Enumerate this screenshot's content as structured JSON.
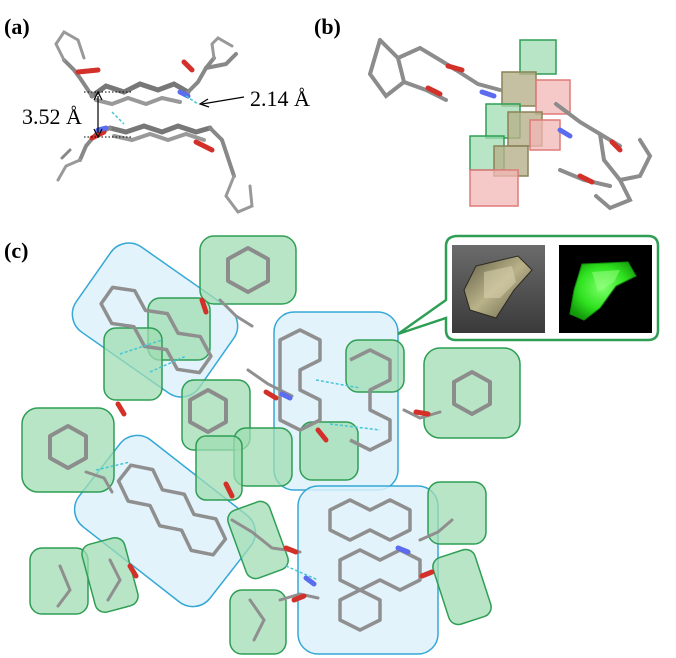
{
  "panels": {
    "a": {
      "label": "(a)",
      "distance_label": "3.52 Å",
      "contact_label": "2.14 Å"
    },
    "b": {
      "label": "(b)"
    },
    "c": {
      "label": "(c)"
    }
  },
  "colors": {
    "carbon": "#9a9a9a",
    "carbon_dark": "#6f6f6f",
    "hydrogen": "#e6e6e6",
    "oxygen": "#d3302a",
    "nitrogen": "#5b6cf0",
    "hbond": "#45c6d6",
    "green_fill": "#9fdcb1",
    "green_stroke": "#2f9e55",
    "blue_fill": "#ddf1fb",
    "blue_stroke": "#35a8d6",
    "pink_fill": "#f3b7b7",
    "pink_stroke": "#e07a7a",
    "photo_crystal": "#a8a172",
    "photo_glow": "#2fe21f"
  }
}
